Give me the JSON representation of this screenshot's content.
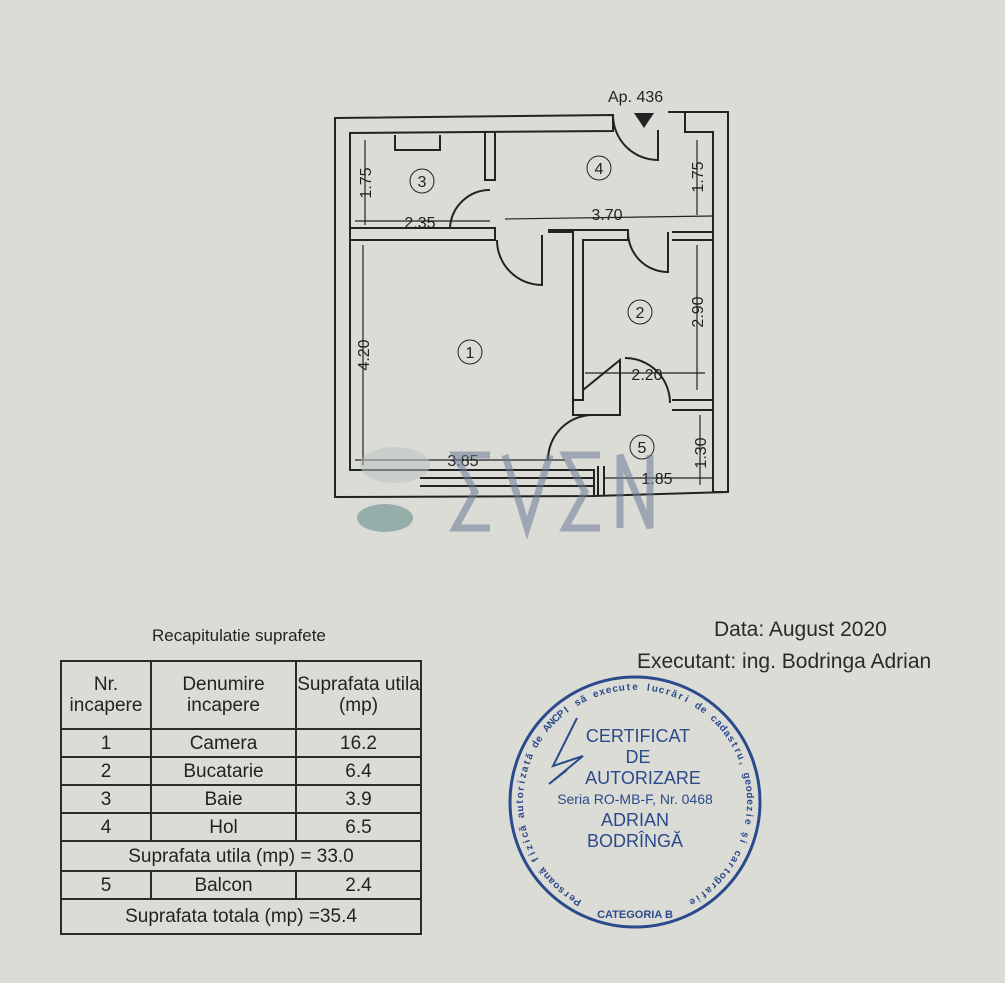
{
  "plan": {
    "apartment_label": "Ap. 436",
    "rooms": [
      "1",
      "2",
      "3",
      "4",
      "5"
    ],
    "dimensions": {
      "room3_height": "1.75",
      "room3_width": "2.35",
      "hall_width": "3.70",
      "hall_height": "1.75",
      "kitchen_height": "2.90",
      "kitchen_width": "2.20",
      "room1_height": "4.20",
      "room1_width": "3.85",
      "balcony_height": "1.30",
      "balcony_width": "1.85"
    }
  },
  "watermark": {
    "text": "EVEN"
  },
  "summary": {
    "caption": "Recapitulatie suprafete",
    "headers": [
      "Nr. incapere",
      "Denumire incapere",
      "Suprafata utila (mp)"
    ],
    "rows": [
      {
        "nr": "1",
        "name": "Camera",
        "area": "16.2"
      },
      {
        "nr": "2",
        "name": "Bucatarie",
        "area": "6.4"
      },
      {
        "nr": "3",
        "name": "Baie",
        "area": "3.9"
      },
      {
        "nr": "4",
        "name": "Hol",
        "area": "6.5"
      }
    ],
    "subtotal": "Suprafata utila (mp) = 33.0",
    "balcony": {
      "nr": "5",
      "name": "Balcon",
      "area": "2.4"
    },
    "total": "Suprafata totala (mp) =35.4"
  },
  "meta": {
    "date": "Data: August 2020",
    "executant": "Executant: ing. Bodringa  Adrian"
  },
  "stamp": {
    "ring_text": "Persoană fizică autorizată de ANCPI să execute lucrări de cadastru, geodezie și cartografie",
    "lines": [
      "CERTIFICAT",
      "DE",
      "AUTORIZARE",
      "Seria RO-MB-F, Nr. 0468",
      "ADRIAN",
      "BODRÎNGĂ"
    ],
    "category": "CATEGORIA B",
    "color": "#2b4a8c"
  }
}
